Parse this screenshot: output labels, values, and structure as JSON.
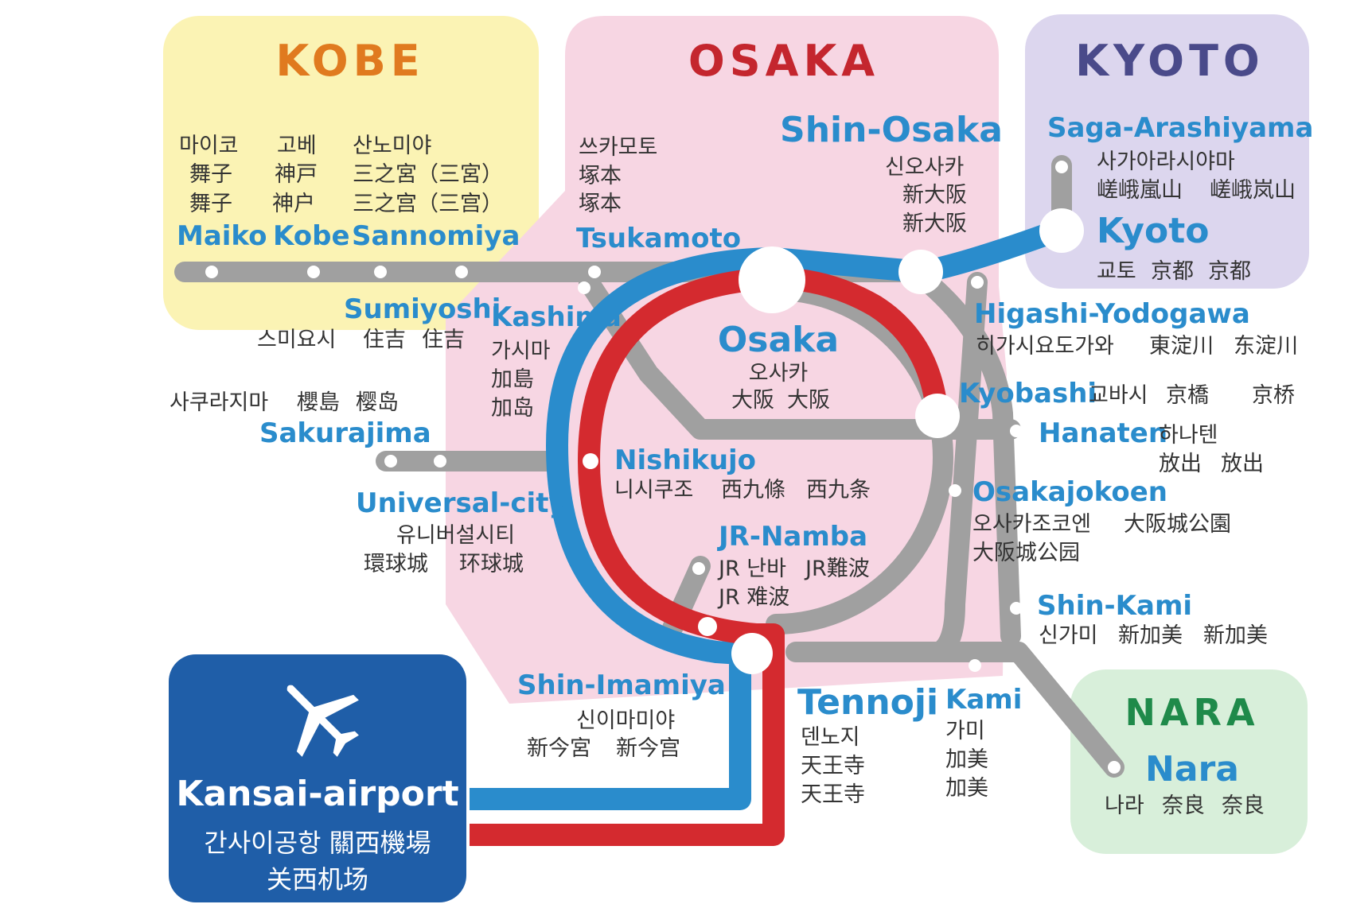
{
  "regions": {
    "kobe": {
      "title": "KOBE",
      "color": "#e07a1f",
      "bg": "#fbf3b4"
    },
    "osaka": {
      "title": "OSAKA",
      "color": "#c4262e",
      "bg": "#f7d6e3"
    },
    "kyoto": {
      "title": "KYOTO",
      "color": "#4a4a8a",
      "bg": "#dcd6ee"
    },
    "nara": {
      "title": "NARA",
      "color": "#1f8a4a",
      "bg": "#d8efda"
    }
  },
  "lines": {
    "loop_color": "#d42a2f",
    "blue_color": "#2a8ccc",
    "gray_color": "#a0a0a0"
  },
  "stations": {
    "maiko": {
      "en": "Maiko",
      "ko": "마이코",
      "ja": "舞子",
      "zh": "舞子"
    },
    "kobe": {
      "en": "Kobe",
      "ko": "고베",
      "ja": "神戸",
      "zh": "神户"
    },
    "sannomiya": {
      "en": "Sannomiya",
      "ko": "산노미야",
      "ja": "三之宮（三宮）",
      "zh": "三之宫（三宫）"
    },
    "tsukamoto": {
      "en": "Tsukamoto",
      "ko": "쓰카모토",
      "ja": "塚本",
      "zh": "塚本"
    },
    "shin_osaka": {
      "en": "Shin-Osaka",
      "ko": "신오사카",
      "ja": "新大阪",
      "zh": "新大阪"
    },
    "saga_arashiyama": {
      "en": "Saga-Arashiyama",
      "ko": "사가아라시야마",
      "ja": "嵯峨嵐山",
      "zh": "嵯峨岚山"
    },
    "kyoto": {
      "en": "Kyoto",
      "ko": "교토",
      "ja": "京都",
      "zh": "京都"
    },
    "sumiyoshi": {
      "en": "Sumiyoshi",
      "ko": "스미요시",
      "ja": "住吉",
      "zh": "住吉"
    },
    "kashima": {
      "en": "Kashima",
      "ko": "가시마",
      "ja": "加島",
      "zh": "加岛"
    },
    "osaka": {
      "en": "Osaka",
      "ko": "오사카",
      "ja": "大阪",
      "zh": "大阪"
    },
    "higashi_yodogawa": {
      "en": "Higashi-Yodogawa",
      "ko": "히가시요도가와",
      "ja": "東淀川",
      "zh": "东淀川"
    },
    "sakurajima": {
      "en": "Sakurajima",
      "ko": "사쿠라지마",
      "ja": "櫻島",
      "zh": "樱岛"
    },
    "kyobashi": {
      "en": "Kyobashi",
      "ko": "교바시",
      "ja": "京橋",
      "zh": "京桥"
    },
    "hanaten": {
      "en": "Hanaten",
      "ko": "하나텐",
      "ja": "放出",
      "zh": "放出"
    },
    "nishikujo": {
      "en": "Nishikujo",
      "ko": "니시쿠조",
      "ja": "西九條",
      "zh": "西九条"
    },
    "universal_city": {
      "en": "Universal-city",
      "ko": "유니버설시티",
      "ja": "環球城",
      "zh": "环球城"
    },
    "osakajokoen": {
      "en": "Osakajokoen",
      "ko": "오사카조코엔",
      "ja": "大阪城公園",
      "zh": "大阪城公园"
    },
    "jr_namba": {
      "en": "JR-Namba",
      "ko": "JR 난바",
      "ja": "JR難波",
      "zh": "JR 难波"
    },
    "shin_kami": {
      "en": "Shin-Kami",
      "ko": "신가미",
      "ja": "新加美",
      "zh": "新加美"
    },
    "shin_imamiya": {
      "en": "Shin-Imamiya",
      "ko": "신이마미야",
      "ja": "新今宮",
      "zh": "新今宫"
    },
    "tennoji": {
      "en": "Tennoji",
      "ko": "덴노지",
      "ja": "天王寺",
      "zh": "天王寺"
    },
    "kami": {
      "en": "Kami",
      "ko": "가미",
      "ja": "加美",
      "zh": "加美"
    },
    "nara": {
      "en": "Nara",
      "ko": "나라",
      "ja": "奈良",
      "zh": "奈良"
    },
    "kansai_airport": {
      "en": "Kansai-airport",
      "ko": "간사이공항",
      "ja": "關西機場",
      "zh": "关西机场"
    }
  },
  "icons": {
    "airport": "airplane-icon"
  }
}
